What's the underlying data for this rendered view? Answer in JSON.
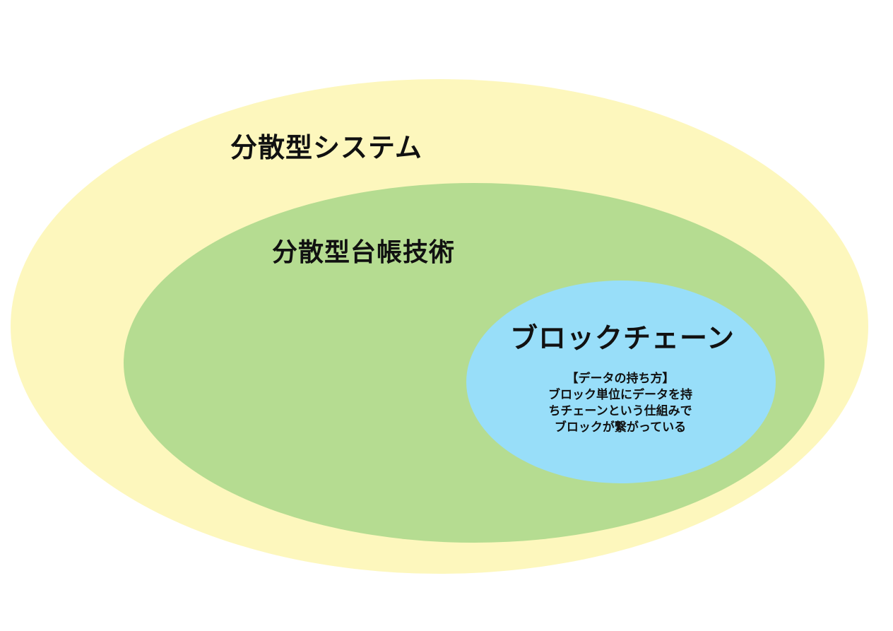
{
  "diagram": {
    "outer": {
      "label": "分散型システム",
      "color": "#fdf7bd"
    },
    "middle": {
      "label": "分散型台帳技術",
      "color": "#b5dc91"
    },
    "inner": {
      "label": "ブロックチェーン",
      "color": "#98def9",
      "description": [
        "【データの持ち方】",
        "ブロック単位にデータを持",
        "ちチェーンという仕組みで",
        "ブロックが繋がっている"
      ]
    }
  }
}
